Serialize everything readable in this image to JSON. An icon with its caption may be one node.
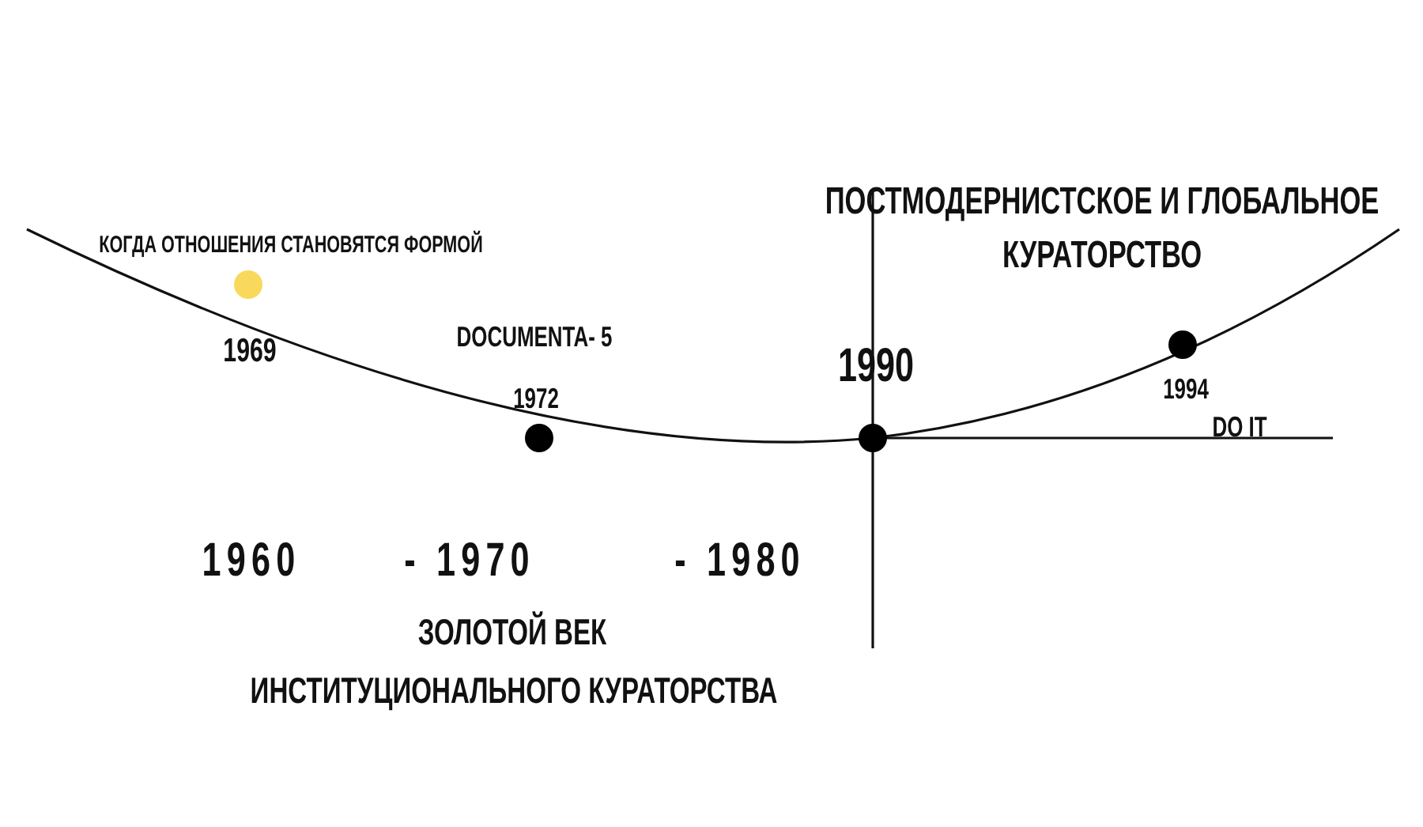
{
  "diagram": {
    "labels": [
      "ПОСТМОДЕРНИСТСКОЕ И ГЛОБАЛЬНОЕ",
      "КОГДА ОТНОШЕНИЯ СТАНОВЯТСЯ ФОРМОЙ",
      "КУРАТОРСТВО",
      "DOCUMENTA- 5",
      "1969",
      "1990",
      "1994",
      "1972",
      "DO IT",
      "1960",
      "- 1970",
      "- 1980",
      "ЗОЛОТОЙ ВЕК",
      "ИНСТИТУЦИОНАЛЬНОГО КУРАТОРСТВА"
    ]
  }
}
